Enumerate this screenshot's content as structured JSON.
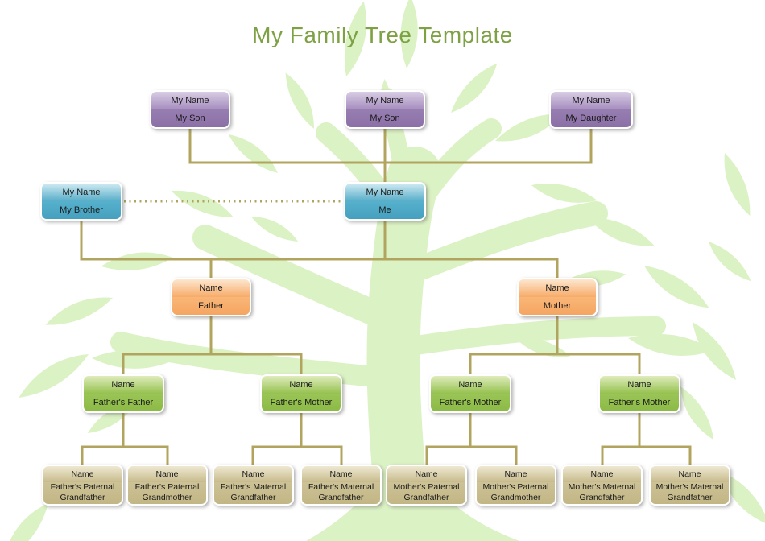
{
  "title": "My Family Tree Template",
  "colors": {
    "title_text": "#7da143",
    "connector": "#b1a45e",
    "tree_watermark": "#dbf2c4",
    "purple_node": "#8b70a7",
    "blue_node": "#459fbe",
    "orange_node": "#f5a562",
    "green_node": "#8cba45",
    "tan_node": "#c2b685"
  },
  "nodes": {
    "son1": {
      "name": "My Name",
      "relation": "My Son"
    },
    "son2": {
      "name": "My Name",
      "relation": "My Son"
    },
    "daughter": {
      "name": "My Name",
      "relation": "My Daughter"
    },
    "brother": {
      "name": "My Name",
      "relation": "My Brother"
    },
    "me": {
      "name": "My Name",
      "relation": "Me"
    },
    "father": {
      "name": "Name",
      "relation": "Father"
    },
    "mother": {
      "name": "Name",
      "relation": "Mother"
    },
    "gp1": {
      "name": "Name",
      "relation": "Father's Father"
    },
    "gp2": {
      "name": "Name",
      "relation": "Father's Mother"
    },
    "gp3": {
      "name": "Name",
      "relation": "Father's Mother"
    },
    "gp4": {
      "name": "Name",
      "relation": "Father's Mother"
    },
    "gg1": {
      "name": "Name",
      "relation": "Father's Paternal Grandfather"
    },
    "gg2": {
      "name": "Name",
      "relation": "Father's Paternal Grandmother"
    },
    "gg3": {
      "name": "Name",
      "relation": "Father's Maternal Grandfather"
    },
    "gg4": {
      "name": "Name",
      "relation": "Father's Maternal Grandfather"
    },
    "gg5": {
      "name": "Name",
      "relation": "Mother's Paternal Grandfather"
    },
    "gg6": {
      "name": "Name",
      "relation": "Mother's Paternal Grandmother"
    },
    "gg7": {
      "name": "Name",
      "relation": "Mother's Maternal Grandfather"
    },
    "gg8": {
      "name": "Name",
      "relation": "Mother's Maternal Grandfather"
    }
  }
}
